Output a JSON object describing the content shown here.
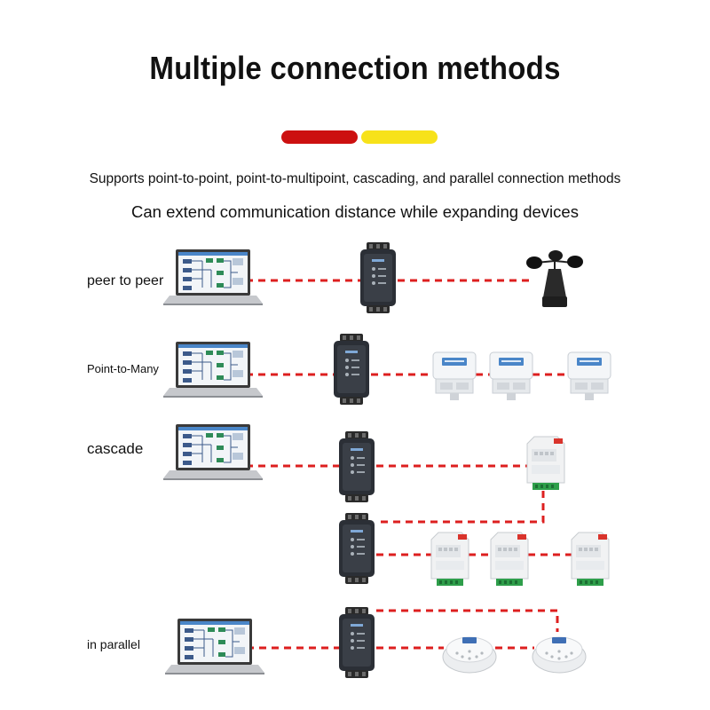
{
  "header": {
    "title": "Multiple connection methods",
    "subtitle": "Supports point-to-point, point-to-multipoint, cascading, and parallel connection methods",
    "tagline": "Can extend communication distance while expanding devices"
  },
  "colors": {
    "accent_red": "#cc1010",
    "accent_yellow": "#f7e21a",
    "link": "#dd1f1f",
    "converter_body": "#2b2f36",
    "screen_blue": "#4a86c8"
  },
  "rows": [
    {
      "id": "peer",
      "label": "peer to peer",
      "device": "wind-speed-sensor"
    },
    {
      "id": "multi",
      "label": "Point-to-Many",
      "device": "wall-mount-sensor-box"
    },
    {
      "id": "cascade",
      "label": "cascade",
      "device": "din-rail-module"
    },
    {
      "id": "parallel",
      "label": "in parallel",
      "device": "ceiling-smoke-detector"
    }
  ]
}
